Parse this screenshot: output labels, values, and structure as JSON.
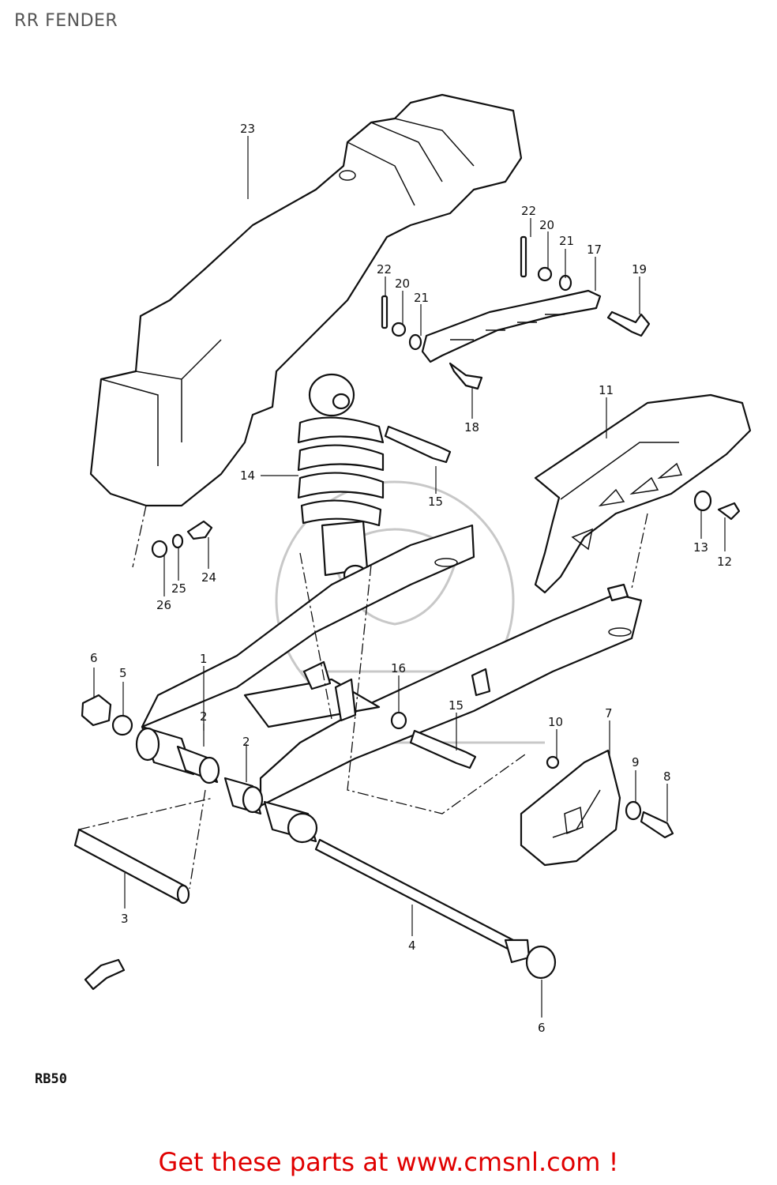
{
  "header": {
    "title": "RR FENDER"
  },
  "diagram": {
    "model_code": "RB50",
    "callouts": [
      {
        "id": "c1",
        "text": "1"
      },
      {
        "id": "c2a",
        "text": "2"
      },
      {
        "id": "c2b",
        "text": "2"
      },
      {
        "id": "c3",
        "text": "3"
      },
      {
        "id": "c4",
        "text": "4"
      },
      {
        "id": "c5",
        "text": "5"
      },
      {
        "id": "c6a",
        "text": "6"
      },
      {
        "id": "c6b",
        "text": "6"
      },
      {
        "id": "c7",
        "text": "7"
      },
      {
        "id": "c8",
        "text": "8"
      },
      {
        "id": "c9",
        "text": "9"
      },
      {
        "id": "c10",
        "text": "10"
      },
      {
        "id": "c11",
        "text": "11"
      },
      {
        "id": "c12",
        "text": "12"
      },
      {
        "id": "c13",
        "text": "13"
      },
      {
        "id": "c14",
        "text": "14"
      },
      {
        "id": "c15a",
        "text": "15"
      },
      {
        "id": "c15b",
        "text": "15"
      },
      {
        "id": "c16",
        "text": "16"
      },
      {
        "id": "c17",
        "text": "17"
      },
      {
        "id": "c18",
        "text": "18"
      },
      {
        "id": "c19",
        "text": "19"
      },
      {
        "id": "c20a",
        "text": "20"
      },
      {
        "id": "c20b",
        "text": "20"
      },
      {
        "id": "c21a",
        "text": "21"
      },
      {
        "id": "c21b",
        "text": "21"
      },
      {
        "id": "c22a",
        "text": "22"
      },
      {
        "id": "c22b",
        "text": "22"
      },
      {
        "id": "c23",
        "text": "23"
      },
      {
        "id": "c24",
        "text": "24"
      },
      {
        "id": "c25",
        "text": "25"
      },
      {
        "id": "c26",
        "text": "26"
      }
    ]
  },
  "footer": {
    "text": "Get these parts at www.cmsnl.com !"
  }
}
